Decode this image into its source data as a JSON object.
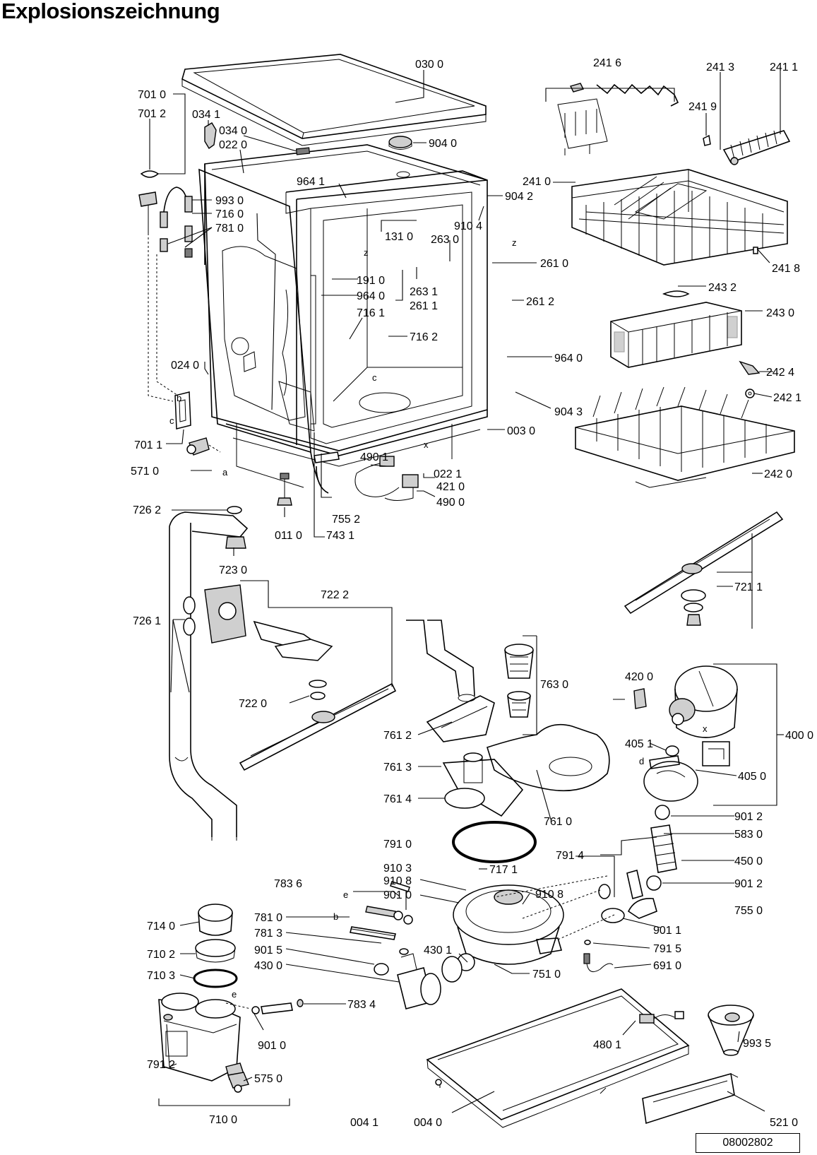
{
  "title": "Explosionszeichnung",
  "document_number": "08002802",
  "labels": {
    "l0300": "030 0",
    "l2416": "241 6",
    "l2413": "241 3",
    "l2411": "241 1",
    "l7010": "701 0",
    "l7012": "701 2",
    "l0341": "034 1",
    "l0340": "034 0",
    "l0220": "022 0",
    "l9040": "904 0",
    "l2419": "241 9",
    "l9641": "964 1",
    "l2410": "241 0",
    "l9042": "904 2",
    "l9930": "993 0",
    "l7160": "716 0",
    "l9104": "910 4",
    "l7810a": "781 0",
    "l1310": "131 0",
    "l2630": "263 0",
    "l2418": "241 8",
    "l2610": "261 0",
    "l1910": "191 0",
    "l2631": "263 1",
    "l2432": "243 2",
    "l9640a": "964 0",
    "l2611": "261 1",
    "l2612": "261 2",
    "l7161": "716 1",
    "l2430": "243 0",
    "l7162": "716 2",
    "l9640b": "964 0",
    "l2424": "242 4",
    "l0240": "024 0",
    "l9043": "904 3",
    "l2421": "242 1",
    "l0030": "003 0",
    "l7011": "701 1",
    "l4901": "490 1",
    "l0221": "022 1",
    "l5710": "571 0",
    "l4210": "421 0",
    "l2420": "242 0",
    "l4900": "490 0",
    "l7262": "726 2",
    "l7552": "755 2",
    "l0110": "011 0",
    "l7431": "743 1",
    "l7230": "723 0",
    "l7222": "722 2",
    "l7211": "721 1",
    "l7261": "726 1",
    "l7630": "763 0",
    "l4200": "420 0",
    "l7220": "722 0",
    "l4000": "400 0",
    "l7612": "761 2",
    "l4051": "405 1",
    "l7613": "761 3",
    "l4050": "405 0",
    "l7614": "761 4",
    "l7610": "761 0",
    "l9012a": "901 2",
    "l7910": "791 0",
    "l5830": "583 0",
    "l7914": "791 4",
    "l9103": "910 3",
    "l7171": "717 1",
    "l4500": "450 0",
    "l7836": "783 6",
    "l9108a": "910 8",
    "l9108b": "910 8",
    "l9012b": "901 2",
    "l9010a": "901 0",
    "l7550": "755 0",
    "l7140": "714 0",
    "l7810b": "781 0",
    "l7813": "781 3",
    "l9011": "901 1",
    "l7102": "710 2",
    "l9015": "901 5",
    "l4301": "430 1",
    "l7915": "791 5",
    "l4300": "430 0",
    "l7510": "751 0",
    "l6910": "691 0",
    "l7103": "710 3",
    "l7834": "783 4",
    "l4801": "480 1",
    "l9935": "993 5",
    "l9010b": "901 0",
    "l7912": "791 2",
    "l5750": "575 0",
    "l7100": "710 0",
    "l0041": "004 1",
    "l0040": "004 0",
    "l5210": "521 0"
  },
  "markers": {
    "b1": "b",
    "c1": "c",
    "a1": "a",
    "z1": "z",
    "z2": "z",
    "x1": "x",
    "x2": "x",
    "c2": "c",
    "d1": "d",
    "e1": "e",
    "b2": "b",
    "e2": "e"
  }
}
